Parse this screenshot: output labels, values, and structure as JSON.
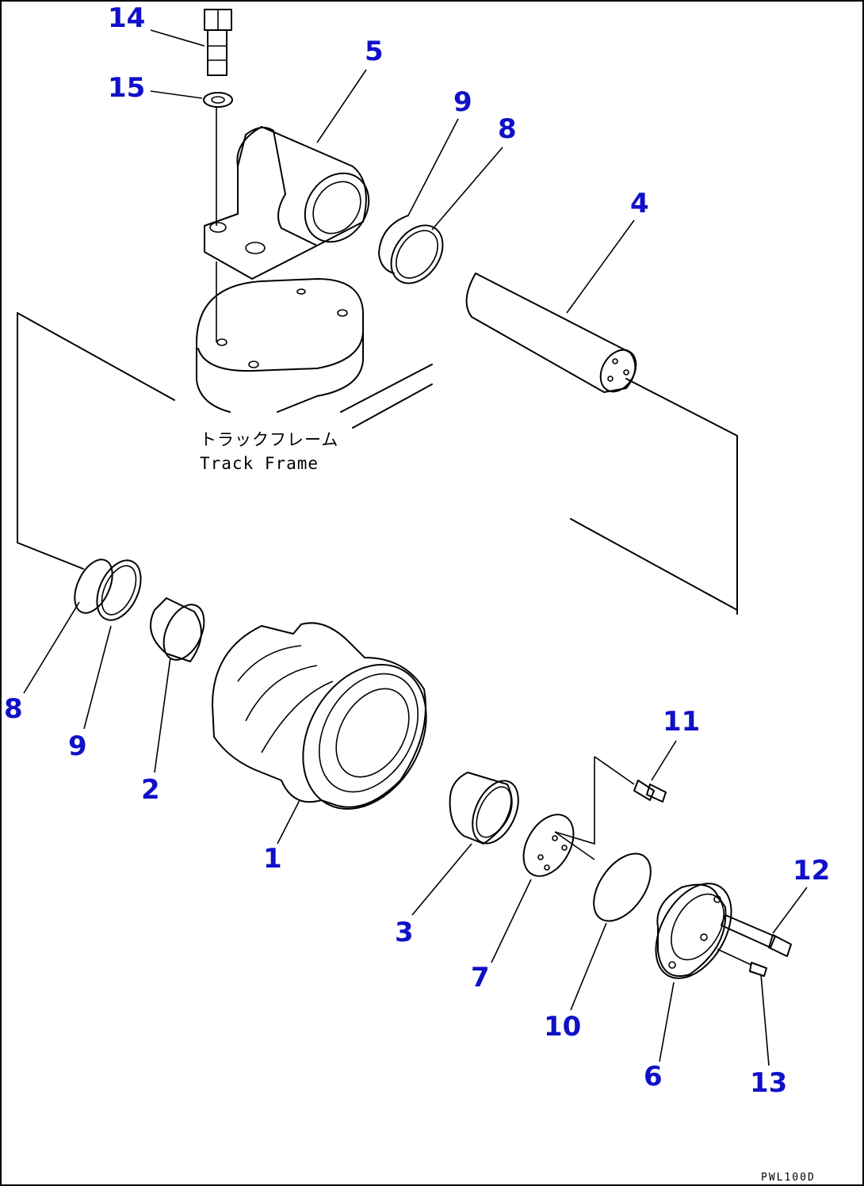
{
  "diagram": {
    "frame_label_jp": "トラックフレーム",
    "frame_label_en": "Track Frame",
    "drawing_code": "PWL100D",
    "callout_color": "#1010c8",
    "callouts": [
      {
        "id": "1",
        "label": "1"
      },
      {
        "id": "2",
        "label": "2"
      },
      {
        "id": "3",
        "label": "3"
      },
      {
        "id": "4",
        "label": "4"
      },
      {
        "id": "5",
        "label": "5"
      },
      {
        "id": "6",
        "label": "6"
      },
      {
        "id": "7",
        "label": "7"
      },
      {
        "id": "8a",
        "label": "8"
      },
      {
        "id": "8b",
        "label": "8"
      },
      {
        "id": "9a",
        "label": "9"
      },
      {
        "id": "9b",
        "label": "9"
      },
      {
        "id": "10",
        "label": "10"
      },
      {
        "id": "11",
        "label": "11"
      },
      {
        "id": "12",
        "label": "12"
      },
      {
        "id": "13",
        "label": "13"
      },
      {
        "id": "14",
        "label": "14"
      },
      {
        "id": "15",
        "label": "15"
      }
    ]
  }
}
